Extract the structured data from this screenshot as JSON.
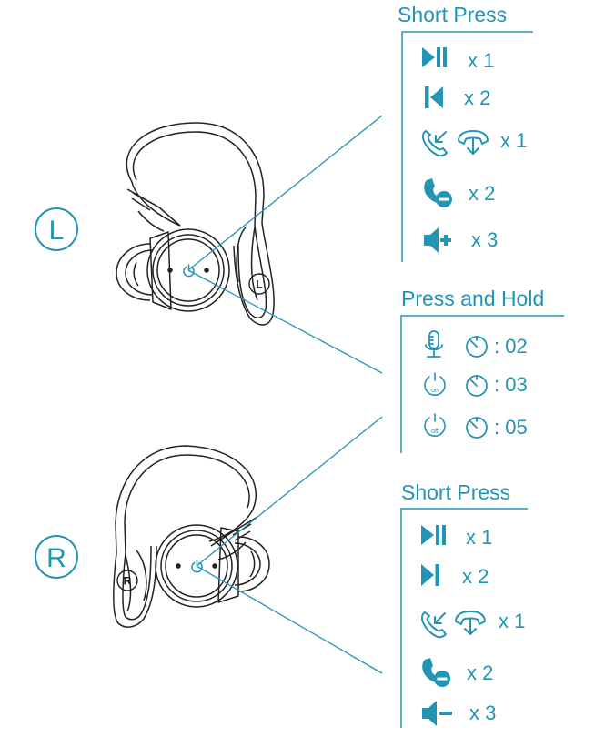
{
  "colors": {
    "accent": "#2494b4",
    "outline": "#222222"
  },
  "left_label": "L",
  "right_label": "R",
  "left_panel": {
    "title": "Short Press",
    "rows": [
      {
        "icons": [
          "play-pause-icon"
        ],
        "count": "x 1"
      },
      {
        "icons": [
          "previous-track-icon"
        ],
        "count": "x 2"
      },
      {
        "icons": [
          "answer-call-icon",
          "hang-up-icon"
        ],
        "count": "x 1"
      },
      {
        "icons": [
          "reject-call-icon"
        ],
        "count": "x 2"
      },
      {
        "icons": [
          "volume-up-icon"
        ],
        "count": "x 3"
      }
    ]
  },
  "hold_panel": {
    "title": "Press and Hold",
    "rows": [
      {
        "icon": "voice-assistant-icon",
        "time": ": 02"
      },
      {
        "icon": "power-on-icon",
        "icon_text": "on",
        "time": ": 03"
      },
      {
        "icon": "power-off-icon",
        "icon_text": "off",
        "time": ": 05"
      }
    ]
  },
  "right_panel": {
    "title": "Short Press",
    "rows": [
      {
        "icons": [
          "play-pause-icon"
        ],
        "count": "x 1"
      },
      {
        "icons": [
          "next-track-icon"
        ],
        "count": "x 2"
      },
      {
        "icons": [
          "answer-call-icon",
          "hang-up-icon"
        ],
        "count": "x 1"
      },
      {
        "icons": [
          "reject-call-icon"
        ],
        "count": "x 2"
      },
      {
        "icons": [
          "volume-down-icon"
        ],
        "count": "x 3"
      }
    ]
  }
}
